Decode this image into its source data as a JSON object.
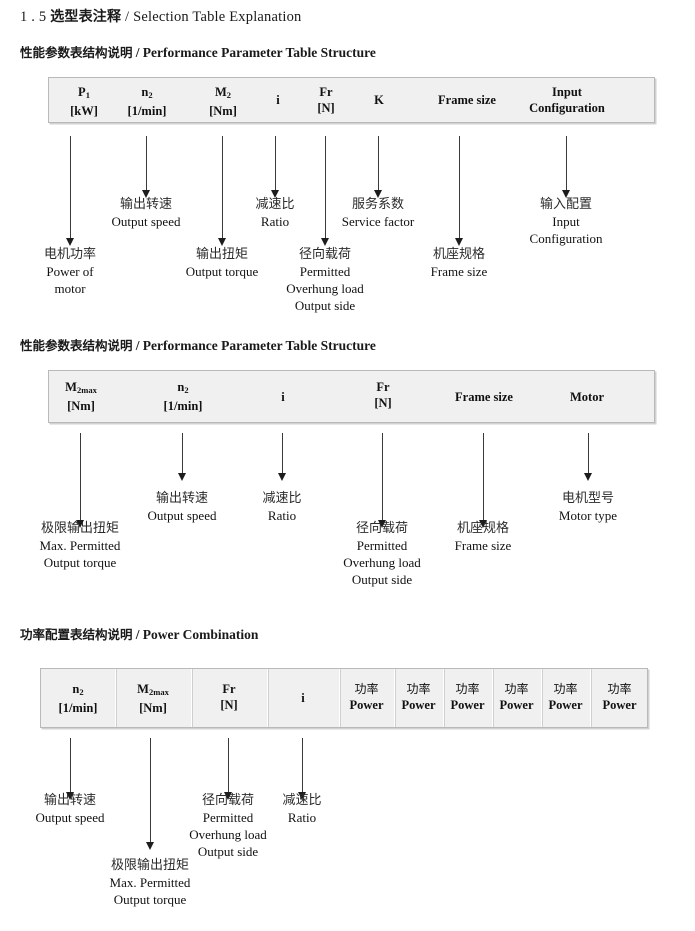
{
  "document": {
    "title_number": "1 . 5",
    "title_cn": "选型表注释",
    "title_sep": "/",
    "title_en": "Selection Table Explanation"
  },
  "sections": [
    {
      "heading_cn": "性能参数表结构说明",
      "heading_sep": "/",
      "heading_en": "Performance Parameter Table Structure",
      "table": {
        "columns": [
          {
            "line1": "P",
            "sub1": "1",
            "line2": "[kW]"
          },
          {
            "line1": "n",
            "sub1": "2",
            "line2": "[1/min]"
          },
          {
            "line1": "M",
            "sub1": "2",
            "line2": "[Nm]"
          },
          {
            "line1": "i",
            "sub1": "",
            "line2": ""
          },
          {
            "line1": "Fr",
            "sub1": "",
            "line2": "[N]"
          },
          {
            "line1": "K",
            "sub1": "",
            "line2": ""
          },
          {
            "line1": "Frame size",
            "sub1": "",
            "line2": ""
          },
          {
            "line1": "Input",
            "sub1": "",
            "line2": "Configuration"
          }
        ]
      },
      "annotations": [
        {
          "cn": "电机功率",
          "en": [
            "Power of",
            "motor"
          ]
        },
        {
          "cn": "输出转速",
          "en": [
            "Output speed"
          ]
        },
        {
          "cn": "输出扭矩",
          "en": [
            "Output torque"
          ]
        },
        {
          "cn": "减速比",
          "en": [
            "Ratio"
          ]
        },
        {
          "cn": "径向载荷",
          "en": [
            "Permitted",
            "Overhung load",
            "Output side"
          ]
        },
        {
          "cn": "服务系数",
          "en": [
            "Service factor"
          ]
        },
        {
          "cn": "机座规格",
          "en": [
            "Frame size"
          ]
        },
        {
          "cn": "输入配置",
          "en": [
            "Input",
            "Configuration"
          ]
        }
      ]
    },
    {
      "heading_cn": "性能参数表结构说明",
      "heading_sep": "/",
      "heading_en": "Performance Parameter Table Structure",
      "table": {
        "columns": [
          {
            "line1": "M",
            "sub1": "2max",
            "line2": "[Nm]"
          },
          {
            "line1": "n",
            "sub1": "2",
            "line2": "[1/min]"
          },
          {
            "line1": "i",
            "sub1": "",
            "line2": ""
          },
          {
            "line1": "Fr",
            "sub1": "",
            "line2": "[N]"
          },
          {
            "line1": "Frame size",
            "sub1": "",
            "line2": ""
          },
          {
            "line1": "Motor",
            "sub1": "",
            "line2": ""
          }
        ]
      },
      "annotations": [
        {
          "cn": "极限输出扭矩",
          "en": [
            "Max. Permitted",
            "Output  torque"
          ]
        },
        {
          "cn": "输出转速",
          "en": [
            "Output speed"
          ]
        },
        {
          "cn": "减速比",
          "en": [
            "Ratio"
          ]
        },
        {
          "cn": "径向载荷",
          "en": [
            "Permitted",
            "Overhung load",
            "Output side"
          ]
        },
        {
          "cn": "机座规格",
          "en": [
            "Frame size"
          ]
        },
        {
          "cn": "电机型号",
          "en": [
            "Motor type"
          ]
        }
      ]
    },
    {
      "heading_cn": "功率配置表结构说明",
      "heading_sep": "/",
      "heading_en": "Power Combination",
      "table": {
        "columns": [
          {
            "line1": "n",
            "sub1": "2",
            "line2": "[1/min]"
          },
          {
            "line1": "M",
            "sub1": "2max",
            "line2": "[Nm]"
          },
          {
            "line1": "Fr",
            "sub1": "",
            "line2": "[N]"
          },
          {
            "line1": "i",
            "sub1": "",
            "line2": ""
          },
          {
            "line1": "功率",
            "sub1": "",
            "line2": "Power"
          },
          {
            "line1": "功率",
            "sub1": "",
            "line2": "Power"
          },
          {
            "line1": "功率",
            "sub1": "",
            "line2": "Power"
          },
          {
            "line1": "功率",
            "sub1": "",
            "line2": "Power"
          },
          {
            "line1": "功率",
            "sub1": "",
            "line2": "Power"
          },
          {
            "line1": "功率",
            "sub1": "",
            "line2": "Power"
          }
        ]
      },
      "annotations": [
        {
          "cn": "输出转速",
          "en": [
            "Output speed"
          ]
        },
        {
          "cn": "极限输出扭矩",
          "en": [
            "Max. Permitted",
            "Output  torque"
          ]
        },
        {
          "cn": "径向载荷",
          "en": [
            "Permitted",
            "Overhung load",
            "Output side"
          ]
        },
        {
          "cn": "减速比",
          "en": [
            "Ratio"
          ]
        }
      ]
    }
  ],
  "colors": {
    "table_fill": "#f0f0f0",
    "table_border": "#b9b9b9",
    "arrow": "#1d1d1d",
    "text": "#111111"
  }
}
